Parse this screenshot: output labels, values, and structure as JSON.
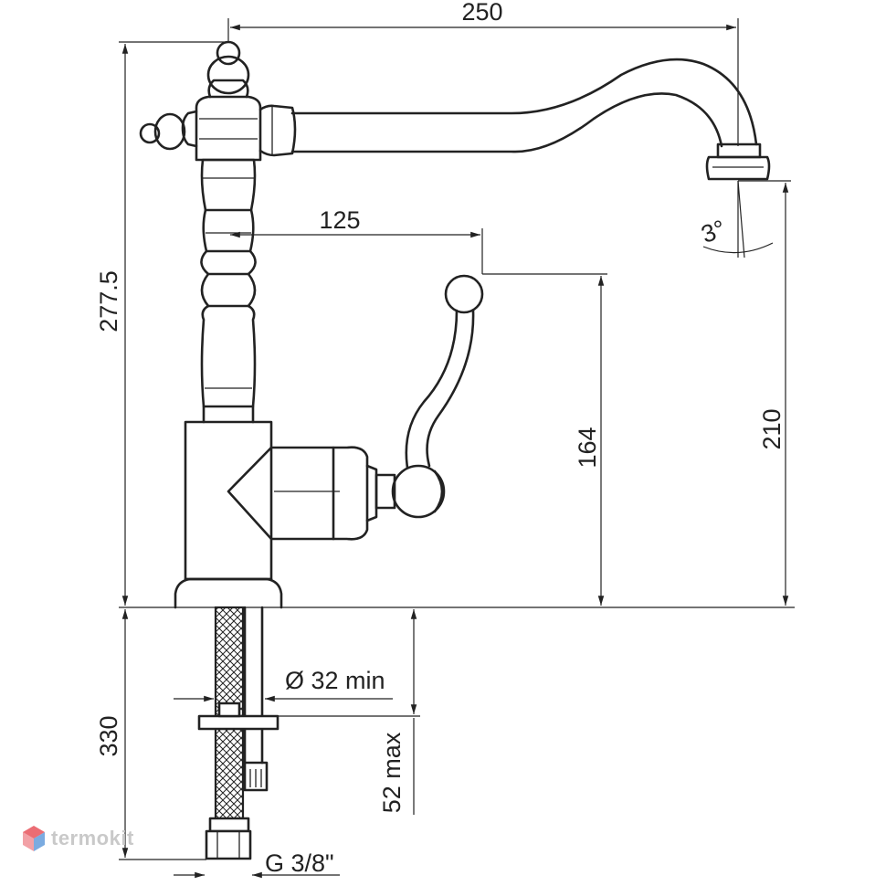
{
  "dimensions": {
    "total_spout_reach": "250",
    "lever_reach": "125",
    "total_height": "277.5",
    "lever_height": "164",
    "spout_height": "210",
    "spout_angle": "3°",
    "hole_diameter": "Ø 32  min",
    "worktop_thickness": "52  max",
    "hose_length": "330",
    "connection_thread": "G  3/8\""
  },
  "watermark": {
    "brand": "termokit",
    "logo_icon": "hexagon-cube-icon",
    "logo_colors": [
      "#e8545c",
      "#4f8fd6"
    ]
  }
}
